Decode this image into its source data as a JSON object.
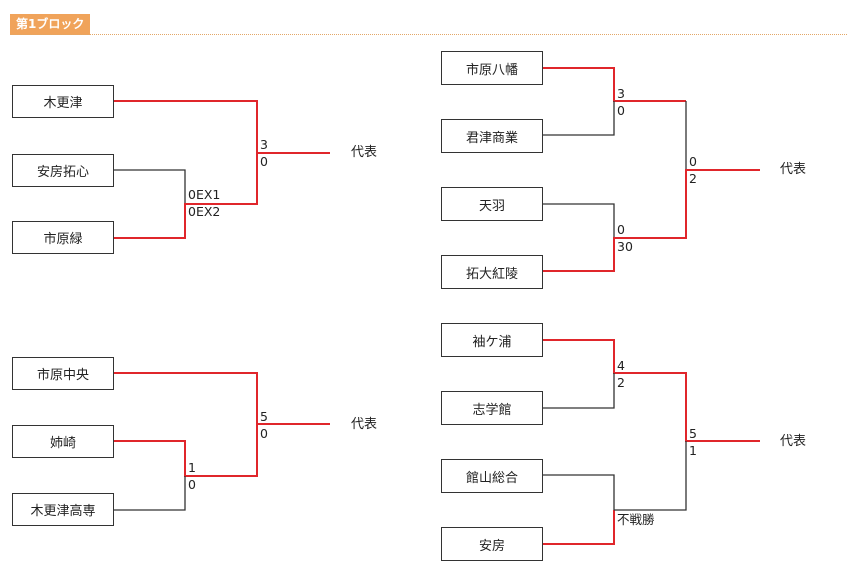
{
  "block": {
    "title": "第1ブロック"
  },
  "colors": {
    "accent": "#f0a35a",
    "win_line": "#e0262b",
    "lose_line": "#333333"
  },
  "brackets": [
    {
      "teams": [
        "木更津",
        "安房拓心",
        "市原緑"
      ],
      "semi_scores": [
        "0EX1",
        "0EX2"
      ],
      "final_scores": [
        "3",
        "0"
      ],
      "representative": "代表"
    },
    {
      "teams": [
        "市原中央",
        "姉崎",
        "木更津高専"
      ],
      "semi_scores": [
        "1",
        "0"
      ],
      "final_scores": [
        "5",
        "0"
      ],
      "representative": "代表"
    },
    {
      "teams": [
        "市原八幡",
        "君津商業",
        "天羽",
        "拓大紅陵"
      ],
      "semi_a_scores": [
        "3",
        "0"
      ],
      "semi_b_scores": [
        "0",
        "30"
      ],
      "final_scores": [
        "0",
        "2"
      ],
      "representative": "代表"
    },
    {
      "teams": [
        "袖ケ浦",
        "志学館",
        "館山総合",
        "安房"
      ],
      "semi_a_scores": [
        "4",
        "2"
      ],
      "semi_b_scores": [
        "不戦勝"
      ],
      "final_scores": [
        "5",
        "1"
      ],
      "representative": "代表"
    }
  ]
}
